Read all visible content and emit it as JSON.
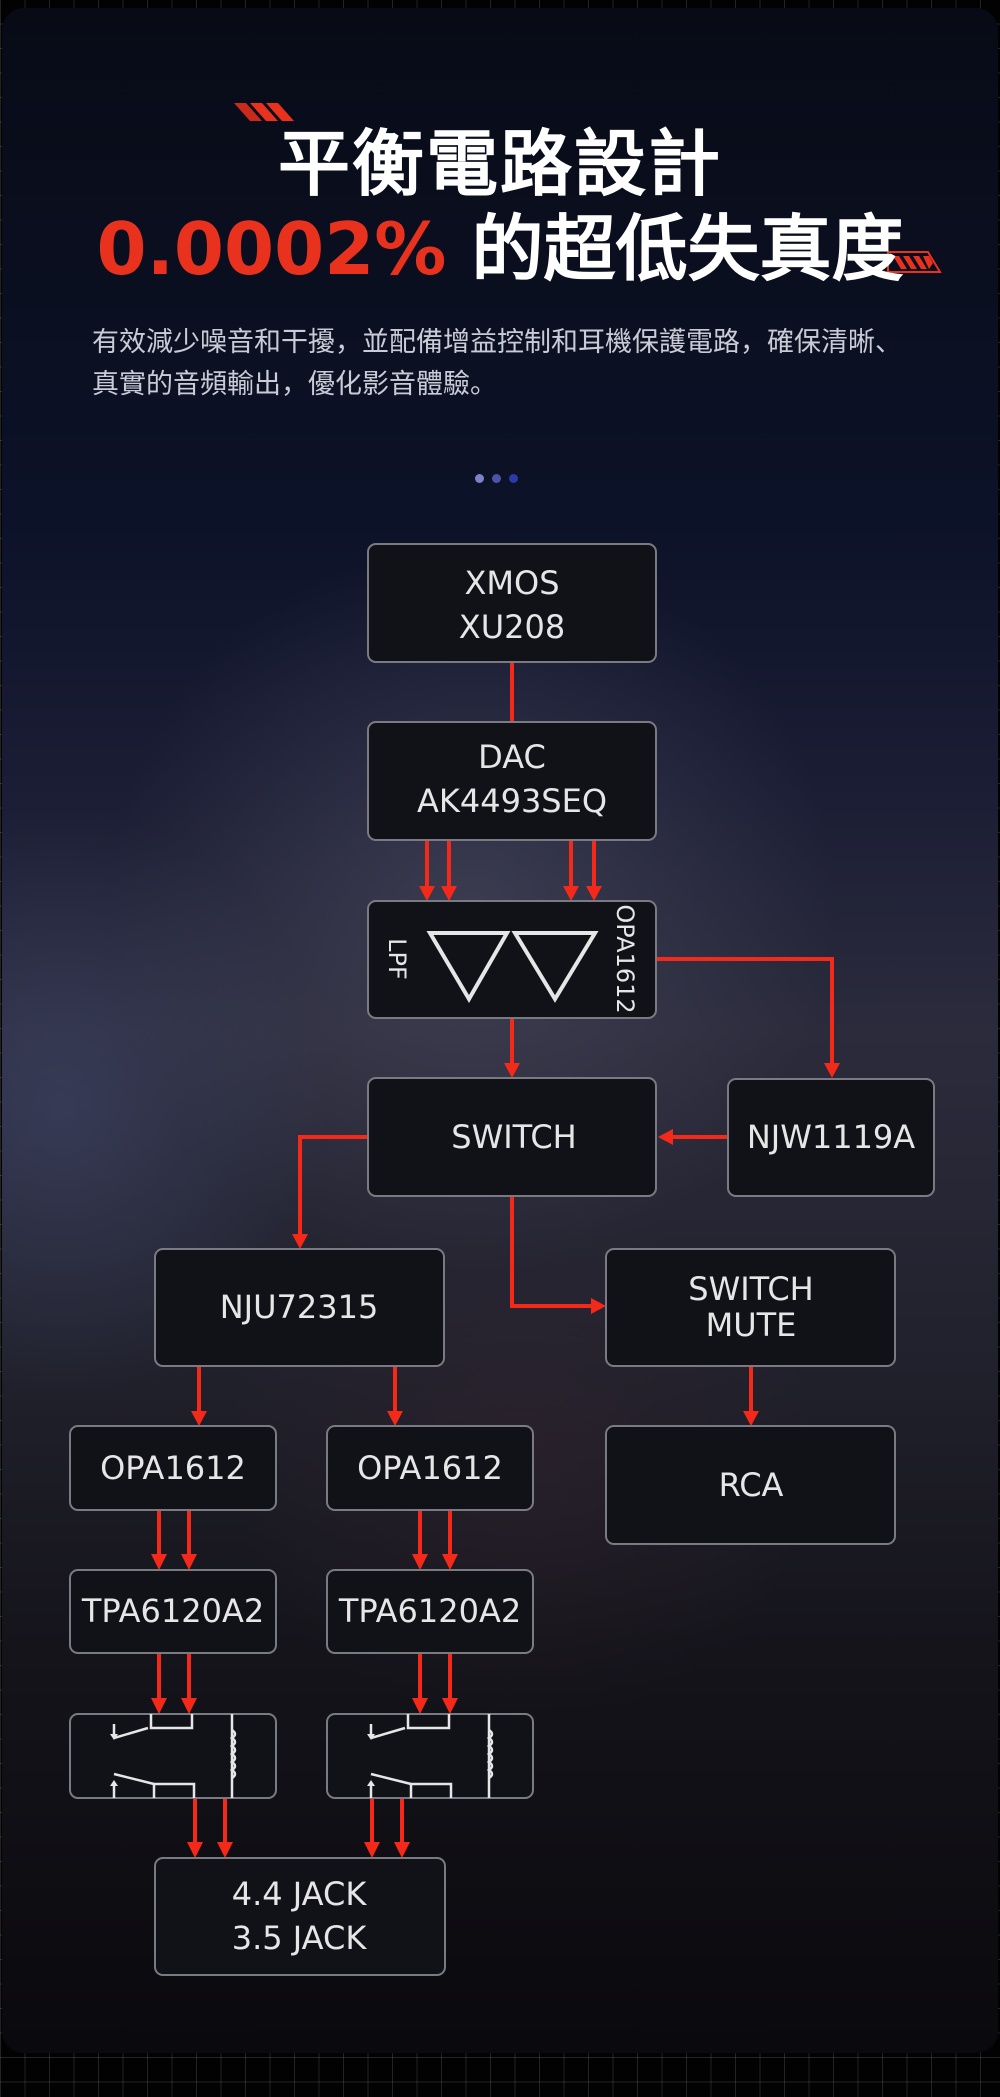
{
  "title": {
    "line1": "平衡電路設計",
    "line2_highlight": "0.0002%",
    "line2_rest": " 的超低失真度"
  },
  "description": "有效減少噪音和干擾，並配備增益控制和耳機保護電路，確保清晰、真實的音頻輸出，優化影音體驗。",
  "pagination": {
    "count": 3,
    "colors": [
      "#7d82c8",
      "#4a55a8",
      "#2b3aa8"
    ]
  },
  "colors": {
    "accent": "#e8321e",
    "wire": "#f4291a"
  },
  "diagram": {
    "blocks": {
      "xmos": [
        "XMOS",
        "XU208"
      ],
      "dac": [
        "DAC",
        "AK4493SEQ"
      ],
      "lpf_label": "LPF",
      "lpf_opamp": "OPA1612",
      "switch": "SWITCH",
      "njw": "NJW1119A",
      "nju": "NJU72315",
      "mute": [
        "SWITCH",
        "MUTE"
      ],
      "rca": "RCA",
      "opa_left": "OPA1612",
      "opa_right": "OPA1612",
      "tpa_left": "TPA6120A2",
      "tpa_right": "TPA6120A2",
      "relay_left": "relay-switch",
      "relay_right": "relay-switch",
      "jack": [
        "4.4 JACK",
        "3.5 JACK"
      ]
    }
  }
}
